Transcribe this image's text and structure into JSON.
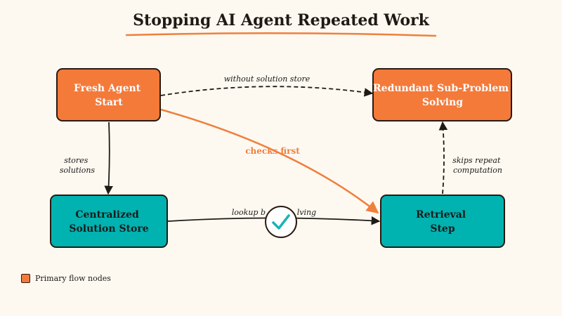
{
  "title": "Stopping AI Agent Repeated Work",
  "colors": {
    "primary": "#f47a3a",
    "secondary": "#00b2b0",
    "accent_line": "#f07f3c",
    "stroke": "#2a1a10"
  },
  "nodes": {
    "fresh": {
      "line1": "Fresh Agent",
      "line2": "Start"
    },
    "redundant": {
      "line1": "Redundant Sub-Problem",
      "line2": "Solving"
    },
    "store": {
      "line1": "Centralized",
      "line2": "Solution Store"
    },
    "retrieval": {
      "line1": "Retrieval",
      "line2": "Step"
    }
  },
  "edges": {
    "without_store": "without solution store",
    "stores_solutions": {
      "line1": "stores",
      "line2": "solutions"
    },
    "checks_first": "checks first",
    "lookup": "lookup before solving",
    "skips_repeat": {
      "line1": "skips repeat",
      "line2": "computation"
    }
  },
  "legend": {
    "primary_label": "Primary flow nodes"
  },
  "icons": {
    "check": "check-icon"
  }
}
